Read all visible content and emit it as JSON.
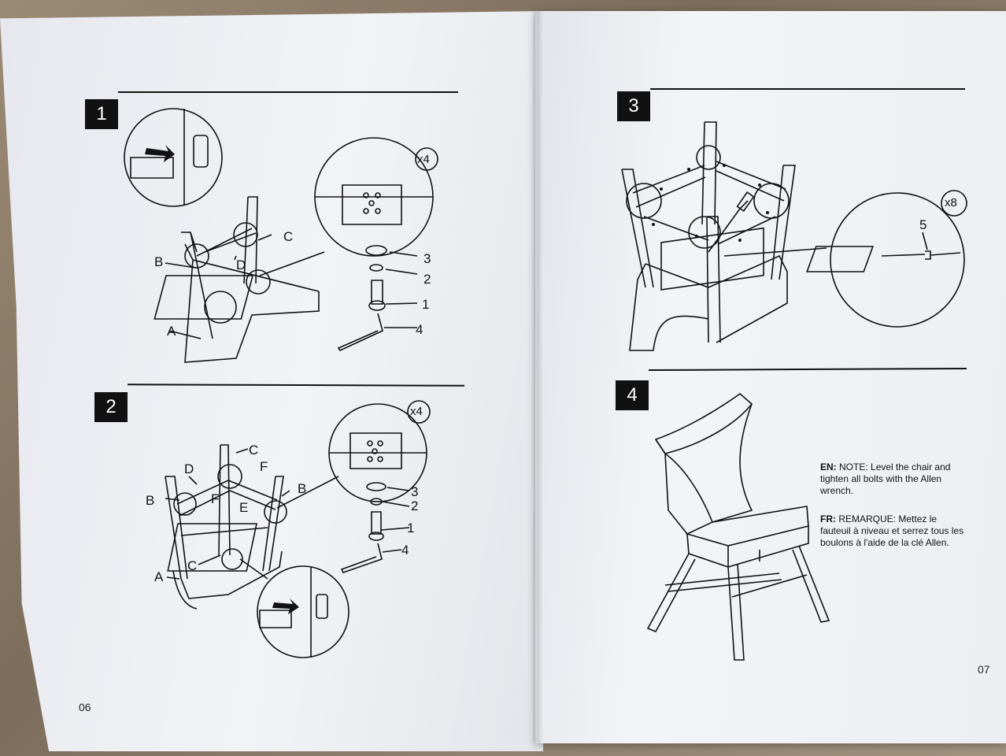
{
  "steps": [
    {
      "number": "1"
    },
    {
      "number": "2"
    },
    {
      "number": "3"
    },
    {
      "number": "4"
    }
  ],
  "step1": {
    "quantity": "x4",
    "part_labels": {
      "A": "A",
      "B": "B",
      "C": "C",
      "D": "D"
    },
    "hardware_labels": {
      "h1": "1",
      "h2": "2",
      "h3": "3",
      "h4": "4"
    }
  },
  "step2": {
    "quantity": "x4",
    "part_labels": {
      "A": "A",
      "B_left": "B",
      "B_right": "B",
      "C_top": "C",
      "C_bottom": "C",
      "D": "D",
      "E": "E",
      "F_top": "F",
      "F_mid": "F"
    },
    "hardware_labels": {
      "h1": "1",
      "h2": "2",
      "h3": "3",
      "h4": "4"
    }
  },
  "step3": {
    "quantity": "x8",
    "hardware_label": "5"
  },
  "step4": {
    "note_en_prefix": "EN:",
    "note_en": "NOTE: Level the chair and tighten all bolts with the Allen wrench.",
    "note_fr_prefix": "FR:",
    "note_fr": "REMARQUE: Mettez le fauteuil à niveau et serrez tous les boulons à l'aide de la clé Allen."
  },
  "page_numbers": {
    "left": "06",
    "right": "07"
  }
}
